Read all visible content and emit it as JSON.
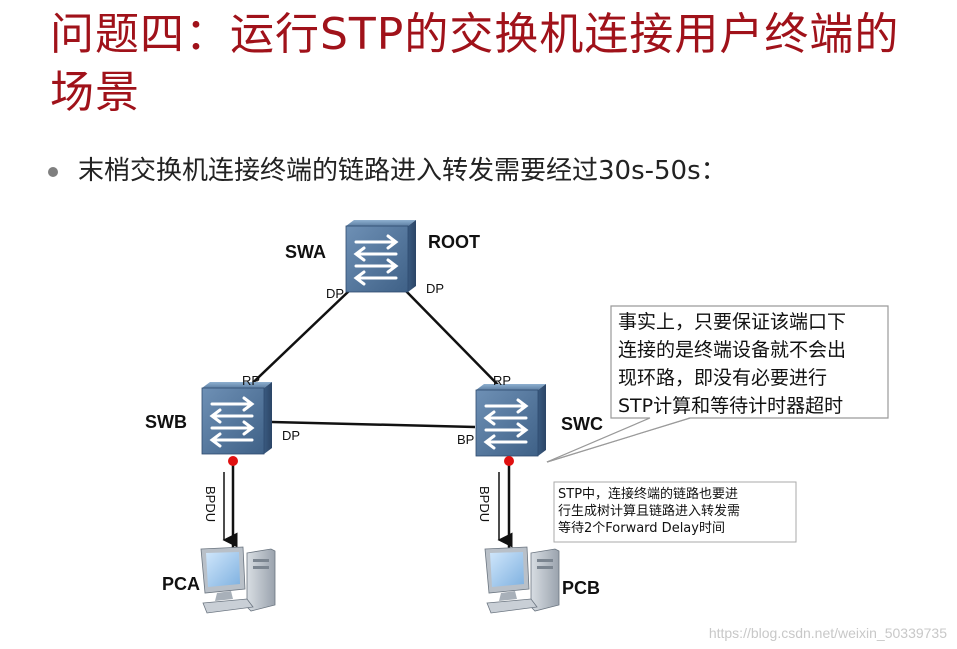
{
  "slide": {
    "title": "问题四：运行STP的交换机连接用户终端的场景",
    "bullet": "末梢交换机连接终端的链路进入转发需要经过30s-50s："
  },
  "diagram": {
    "swa": {
      "name": "SWA",
      "role": "ROOT",
      "port_left": "DP",
      "port_right": "DP"
    },
    "swb": {
      "name": "SWB",
      "port_top": "RP",
      "port_right": "DP"
    },
    "swc": {
      "name": "SWC",
      "port_top": "RP",
      "port_left": "BP"
    },
    "pca": {
      "name": "PCA",
      "bpdu": "BPDU"
    },
    "pcb": {
      "name": "PCB",
      "bpdu": "BPDU"
    },
    "callout": {
      "lines": [
        "事实上，只要保证该端口下",
        "连接的是终端设备就不会出",
        "现环路，即没有必要进行",
        "STP计算和等待计时器超时"
      ]
    },
    "note": {
      "lines": [
        "STP中，连接终端的链路也要进",
        "行生成树计算且链路进入转发需",
        "等待2个Forward Delay时间"
      ]
    },
    "colors": {
      "switch": "#4b6f95",
      "port_dot": "#e01010",
      "title": "#a0121a"
    }
  },
  "watermark": "https://blog.csdn.net/weixin_50339735"
}
